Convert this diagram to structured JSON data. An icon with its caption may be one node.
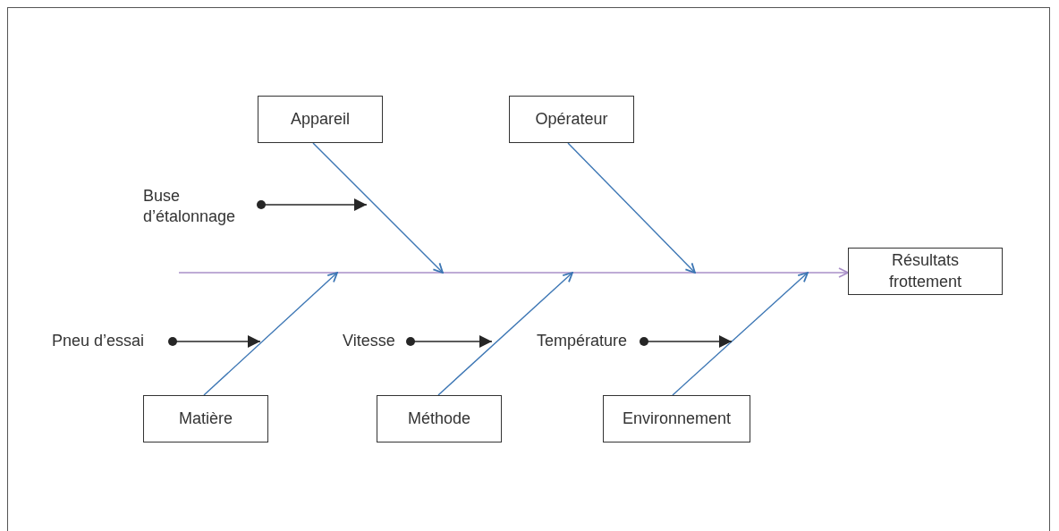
{
  "diagram": {
    "nodes": [
      {
        "text": [
          "Appareil"
        ]
      },
      {
        "text": [
          "Opérateur"
        ]
      },
      {
        "text": [
          "Résultats frottement"
        ]
      },
      {
        "text": [
          "Buse d’étalonnage"
        ]
      },
      {
        "text": [
          "Pneu d’essai"
        ]
      },
      {
        "text": [
          "Vitesse"
        ]
      },
      {
        "text": [
          "Température"
        ]
      },
      {
        "text": [
          "Matière"
        ]
      },
      {
        "text": [
          "Méthode"
        ]
      },
      {
        "text": [
          "Environnement"
        ]
      }
    ],
    "edges": [
      {
        "from": null,
        "to": 2,
        "arrow": "to",
        "color": "#a98fc8"
      },
      {
        "from": 0,
        "to": null,
        "arrow": "to",
        "color": "#3c76b4"
      },
      {
        "from": 1,
        "to": null,
        "arrow": "to",
        "color": "#3c76b4"
      },
      {
        "from": 7,
        "to": null,
        "arrow": "to",
        "color": "#3c76b4"
      },
      {
        "from": 8,
        "to": null,
        "arrow": "to",
        "color": "#3c76b4"
      },
      {
        "from": 9,
        "to": null,
        "arrow": "to",
        "color": "#3c76b4"
      },
      {
        "from": 3,
        "to": null,
        "arrow": "to",
        "color": "#262626"
      },
      {
        "from": 4,
        "to": null,
        "arrow": "to",
        "color": "#262626"
      },
      {
        "from": 5,
        "to": null,
        "arrow": "to",
        "color": "#262626"
      },
      {
        "from": 6,
        "to": null,
        "arrow": "to",
        "color": "#262626"
      }
    ]
  }
}
